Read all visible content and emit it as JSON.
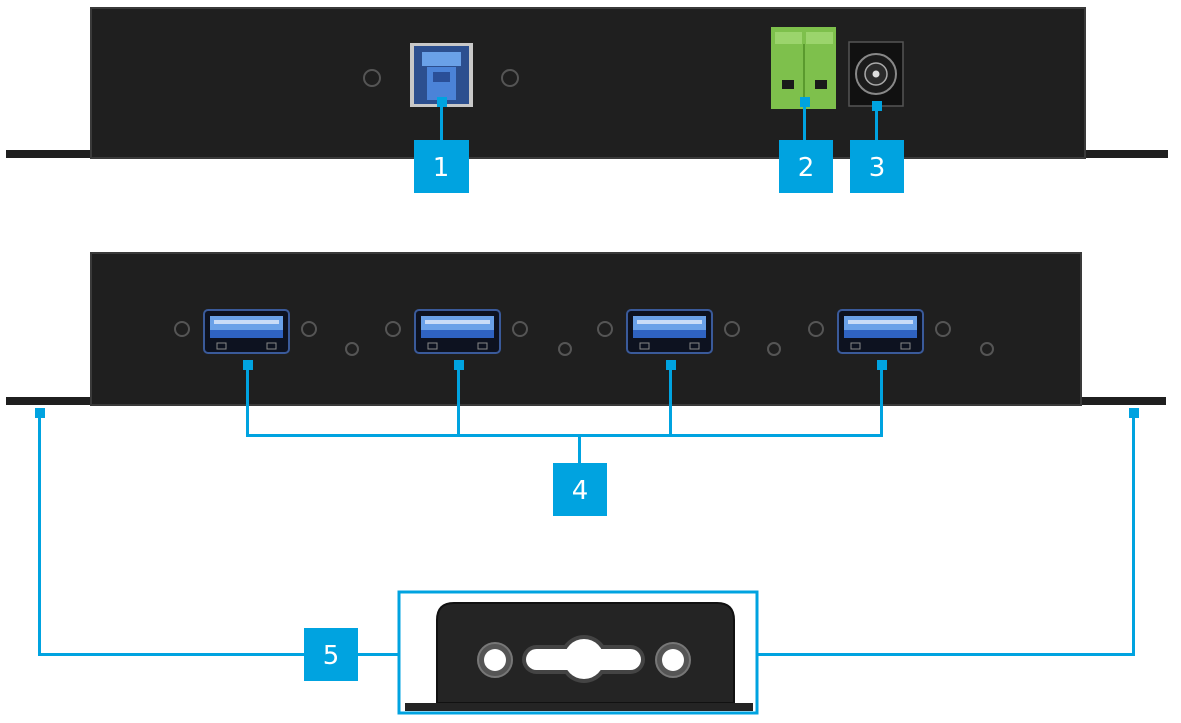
{
  "colors": {
    "accent": "#00a3e0",
    "panel": "#1f1f1f",
    "panel_outline": "#3a3a3a",
    "terminal_green": "#7ec04c",
    "usb_blue": "#2f63c2"
  },
  "callouts": [
    {
      "number": "1",
      "target": "usb-b-upstream-port"
    },
    {
      "number": "2",
      "target": "terminal-block-power-input"
    },
    {
      "number": "3",
      "target": "dc-power-jack"
    },
    {
      "number": "4",
      "target": "usb-a-downstream-ports"
    },
    {
      "number": "5",
      "target": "mounting-flange"
    }
  ]
}
